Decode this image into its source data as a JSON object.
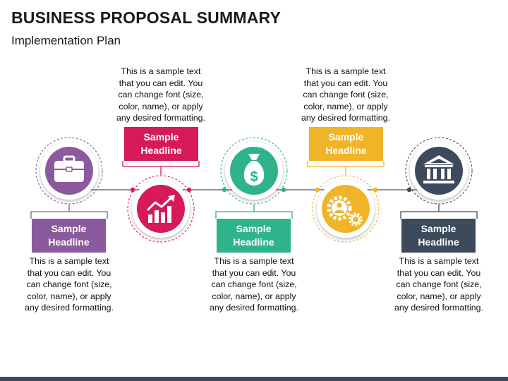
{
  "title": "BUSINESS PROPOSAL SUMMARY",
  "subtitle": "Implementation Plan",
  "steps": [
    {
      "headline": "Sample\nHeadline",
      "text": "This is a sample text\nthat you can edit. You\ncan change font (size,\ncolor, name), or apply\nany desired formatting.",
      "color": "#8b5a9e",
      "icon": "briefcase-icon"
    },
    {
      "headline": "Sample\nHeadline",
      "text": "This is a sample text\nthat you can edit. You\ncan change font (size,\ncolor, name), or apply\nany desired formatting.",
      "color": "#d6195b",
      "icon": "growth-chart-icon"
    },
    {
      "headline": "Sample\nHeadline",
      "text": "This is a sample text\nthat you can edit. You\ncan change font (size,\ncolor, name), or apply\nany desired formatting.",
      "color": "#2fb38c",
      "icon": "money-bag-icon"
    },
    {
      "headline": "Sample\nHeadline",
      "text": "This is a sample text\nthat you can edit. You\ncan change font (size,\ncolor, name), or apply\nany desired formatting.",
      "color": "#f0b429",
      "icon": "gear-person-icon"
    },
    {
      "headline": "Sample\nHeadline",
      "text": "This is a sample text\nthat you can edit. You\ncan change font (size,\ncolor, name), or apply\nany desired formatting.",
      "color": "#3d4a5c",
      "icon": "bank-building-icon"
    }
  ]
}
